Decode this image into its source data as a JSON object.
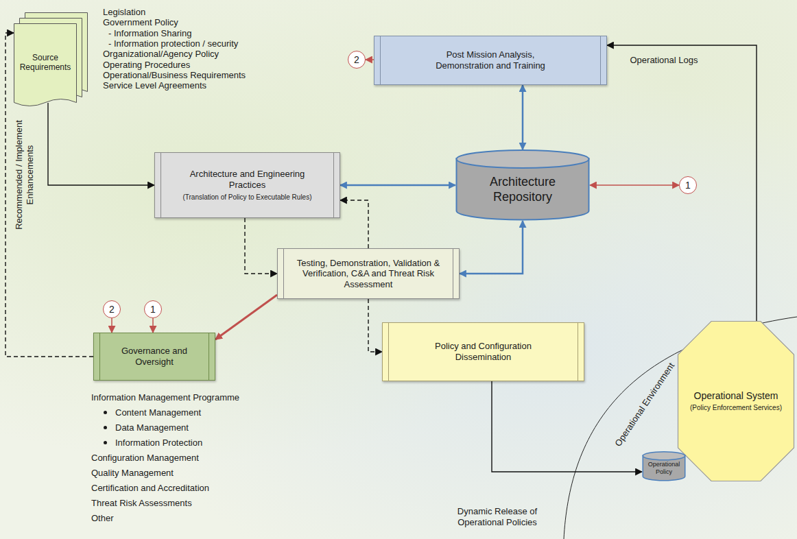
{
  "diagram": {
    "nodes": [
      {
        "text": [
          "Source Requirements"
        ]
      },
      {
        "text": [
          "2"
        ]
      },
      {
        "text": [
          "Post Mission Analysis, Demonstration and Training"
        ]
      },
      {
        "text": [
          "Architecture and Engineering Practices",
          "(Translation of Policy to Executable Rules)"
        ]
      },
      {
        "text": [
          "Architecture Repository"
        ]
      },
      {
        "text": [
          "1"
        ]
      },
      {
        "text": [
          "Testing, Demonstration, Validation & Verification, C&A and Threat Risk Assessment"
        ]
      },
      {
        "text": [
          "2"
        ]
      },
      {
        "text": [
          "1"
        ]
      },
      {
        "text": [
          "Governance and Oversight"
        ]
      },
      {
        "text": [
          "Policy and Configuration Dissemination"
        ]
      },
      {
        "text": [
          "Operational System",
          "(Policy Enforcement Services)"
        ]
      },
      {
        "text": [
          "Operational Policy"
        ]
      }
    ],
    "edges": [
      {
        "from": 0,
        "to": 3,
        "arrow": "to"
      },
      {
        "from": 3,
        "to": 4,
        "arrow": "both"
      },
      {
        "from": 2,
        "to": 4,
        "arrow": "both"
      },
      {
        "from": 6,
        "to": 4,
        "arrow": "both"
      },
      {
        "from": 3,
        "to": 6,
        "arrow": "to"
      },
      {
        "from": 6,
        "to": 3,
        "arrow": "to"
      },
      {
        "from": 6,
        "to": 9,
        "arrow": "to"
      },
      {
        "from": 6,
        "to": 10,
        "arrow": "to"
      },
      {
        "from": 9,
        "to": 0,
        "arrow": "to",
        "label": "Recommended / Implement Enhancements"
      },
      {
        "from": 2,
        "to": 1,
        "arrow": "to"
      },
      {
        "from": 4,
        "to": 5,
        "arrow": "both"
      },
      {
        "from": 7,
        "to": 9,
        "arrow": "to"
      },
      {
        "from": 8,
        "to": 9,
        "arrow": "to"
      },
      {
        "from": 10,
        "to": 12,
        "arrow": "to",
        "label": "Dynamic Release of Operational Policies"
      },
      {
        "from": 11,
        "to": 2,
        "arrow": "to",
        "label": "Operational Logs"
      }
    ],
    "labels": [
      "Legislation",
      "Government Policy",
      "- Information Sharing",
      "- Information protection / security",
      "Organizational/Agency Policy",
      "Operating Procedures",
      "Operational/Business Requirements",
      "Service Level Agreements",
      "Information Management Programme",
      "Content Management",
      "Data Management",
      "Information Protection",
      "Configuration Management",
      "Quality Management",
      "Certification and Accreditation",
      "Threat Risk Assessments",
      "Other",
      "Operational Environment"
    ]
  }
}
